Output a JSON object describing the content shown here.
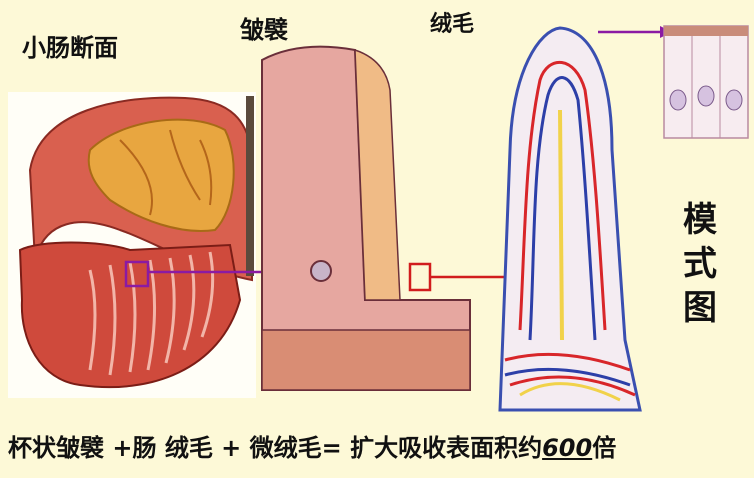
{
  "labels": {
    "section": "小肠断面",
    "fold": "皱襞",
    "villus": "绒毛",
    "model": "模式图"
  },
  "caption": {
    "prefix": "杯状皱襞 +肠 绒毛 + 微绒毛= 扩大吸收表面积约",
    "number": "600",
    "suffix": "倍"
  },
  "colors": {
    "background": "#fdf9d7",
    "intestine": "#d9604f",
    "fold_tissue": "#e6a7a0",
    "villus_outline": "#3a4fb0",
    "artery": "#d8262a",
    "vein": "#2d3fa8",
    "lymph": "#f1d24a",
    "arrow_purple": "#8b1aa3",
    "arrow_red": "#d11d1d"
  }
}
